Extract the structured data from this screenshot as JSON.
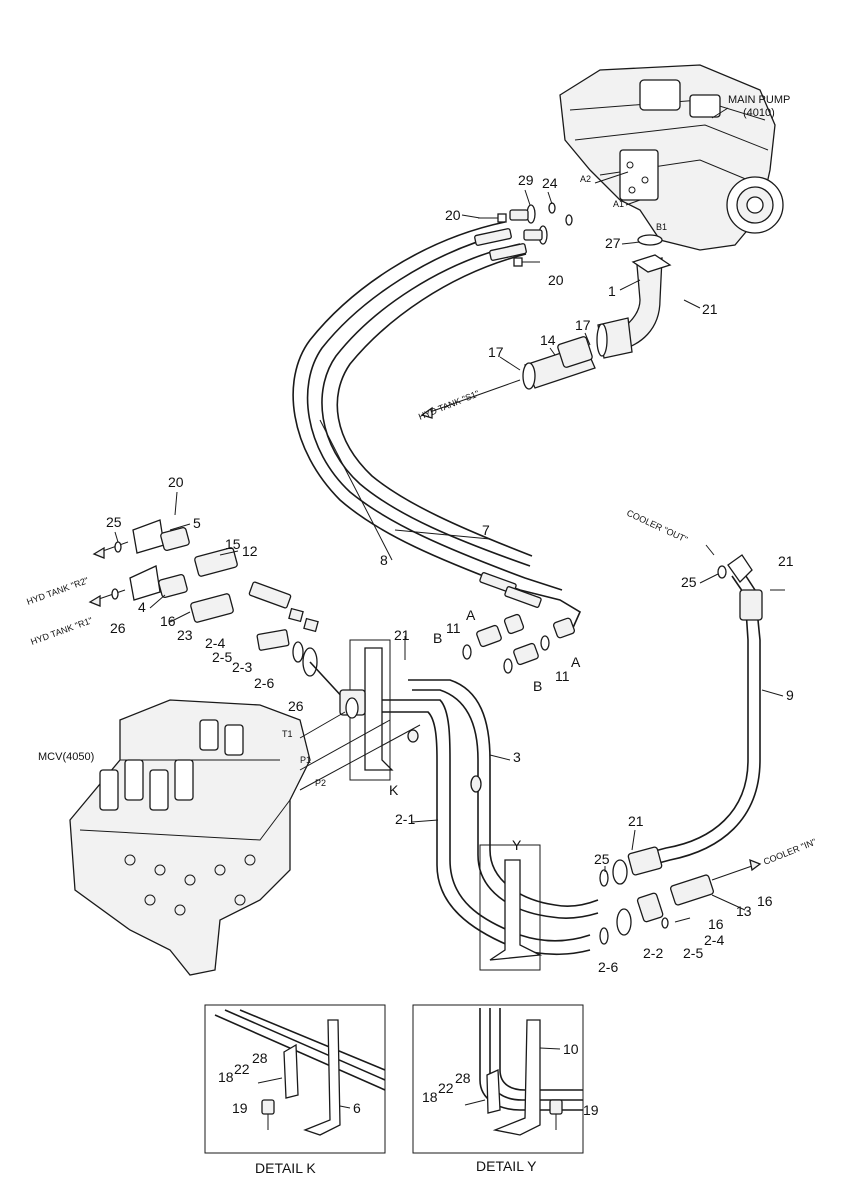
{
  "components": {
    "main_pump": "MAIN PUMP",
    "main_pump_no": "(4010)",
    "mcv": "MCV(4050)"
  },
  "ports": {
    "a1": "A1",
    "a2": "A2",
    "b1": "B1",
    "t1": "T1",
    "p1": "P1",
    "p2": "P2"
  },
  "connections": {
    "hyd_tank_s1": "HYD TANK \"S1\"",
    "hyd_tank_r1": "HYD TANK \"R1\"",
    "hyd_tank_r2": "HYD TANK \"R2\"",
    "cooler_out": "COOLER \"OUT\"",
    "cooler_in": "COOLER \"IN\""
  },
  "callouts": {
    "c1": "1",
    "c2_1": "2-1",
    "c2_2": "2-2",
    "c2_3": "2-3",
    "c2_4a": "2-4",
    "c2_4b": "2-4",
    "c2_5a": "2-5",
    "c2_5b": "2-5",
    "c2_6a": "2-6",
    "c2_6b": "2-6",
    "c3": "3",
    "c4": "4",
    "c5": "5",
    "c6": "6",
    "c7": "7",
    "c8": "8",
    "c9": "9",
    "c10": "10",
    "c11a": "11",
    "c11b": "11",
    "c12": "12",
    "c13": "13",
    "c14": "14",
    "c15": "15",
    "c16a": "16",
    "c16b": "16",
    "c16c": "16",
    "c17a": "17",
    "c17b": "17",
    "c18a": "18",
    "c18b": "18",
    "c19a": "19",
    "c19b": "19",
    "c20a": "20",
    "c20b": "20",
    "c20c": "20",
    "c21a": "21",
    "c21b": "21",
    "c21c": "21",
    "c21d": "21",
    "c22a": "22",
    "c22b": "22",
    "c23": "23",
    "c24": "24",
    "c25a": "25",
    "c25b": "25",
    "c25c": "25",
    "c26a": "26",
    "c26b": "26",
    "c27": "27",
    "c28a": "28",
    "c28b": "28",
    "c29": "29",
    "a_left": "A",
    "a_right": "A",
    "b_left": "B",
    "b_right": "B",
    "k": "K",
    "y": "Y"
  },
  "details": {
    "detail_k": "DETAIL K",
    "detail_y": "DETAIL Y"
  }
}
